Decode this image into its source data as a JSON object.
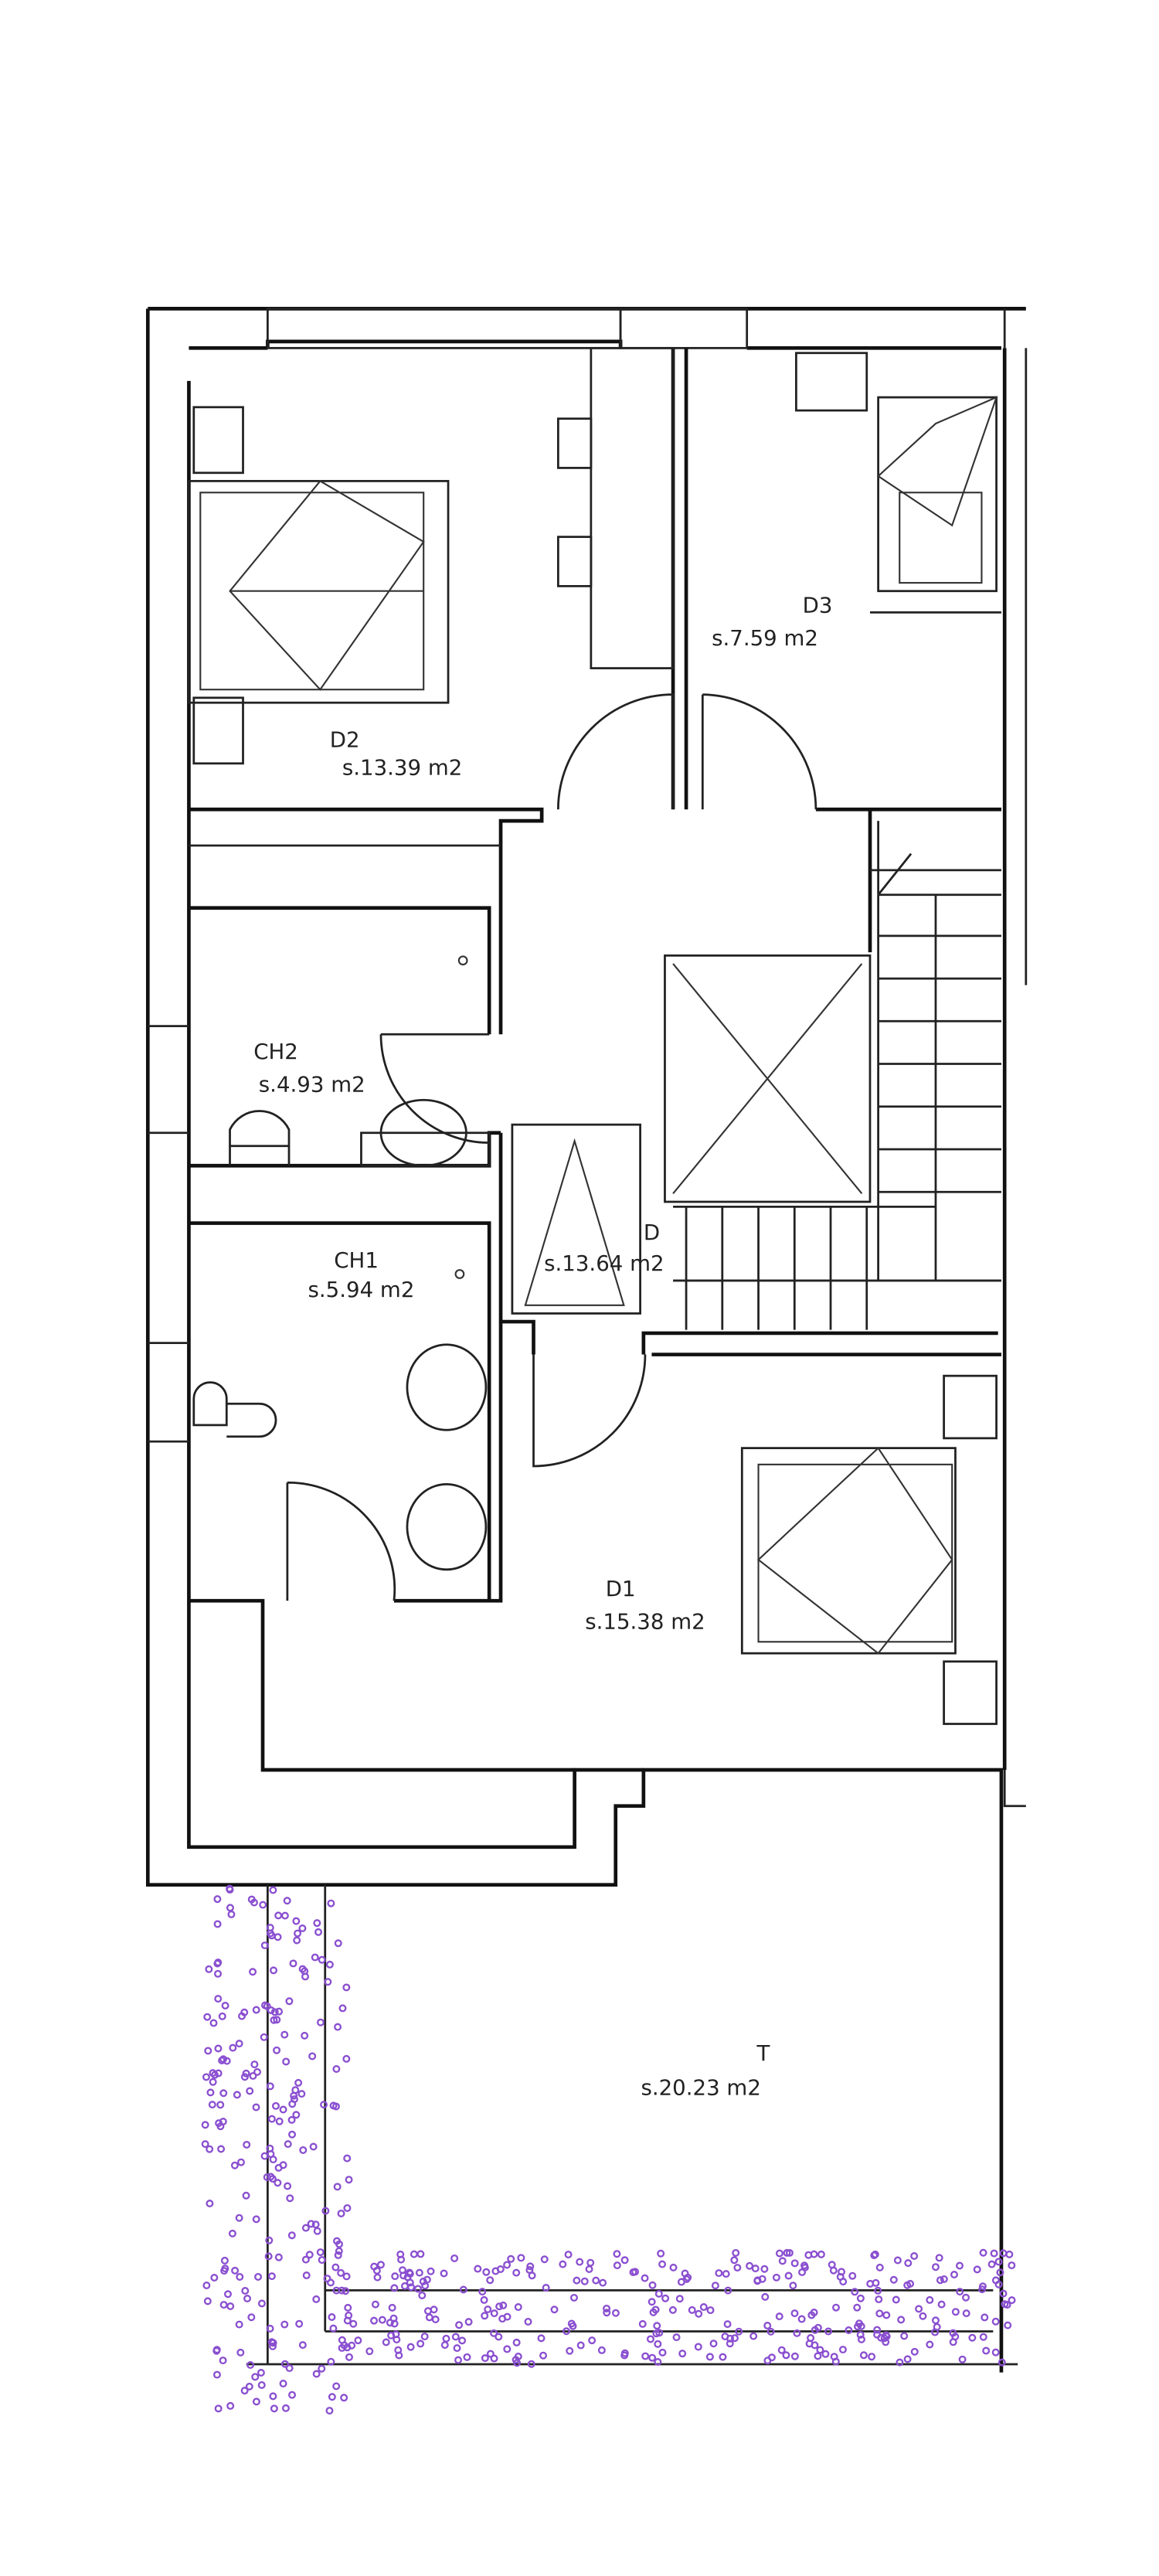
{
  "rooms": [
    {
      "id": "D2",
      "name": "D2",
      "area": "s.13.39  m2"
    },
    {
      "id": "D3",
      "name": "D3",
      "area": "s.7.59  m2"
    },
    {
      "id": "CH2",
      "name": "CH2",
      "area": "s.4.93  m2"
    },
    {
      "id": "CH1",
      "name": "CH1",
      "area": "s.5.94  m2"
    },
    {
      "id": "D",
      "name": "D",
      "area": "s.13.64  m2"
    },
    {
      "id": "D1",
      "name": "D1",
      "area": "s.15.38  m2"
    },
    {
      "id": "T",
      "name": "T",
      "area": "s.20.23  m2"
    }
  ],
  "colors": {
    "walls": "#111111",
    "vegetation": "#8a4fd0",
    "background": "#ffffff"
  }
}
